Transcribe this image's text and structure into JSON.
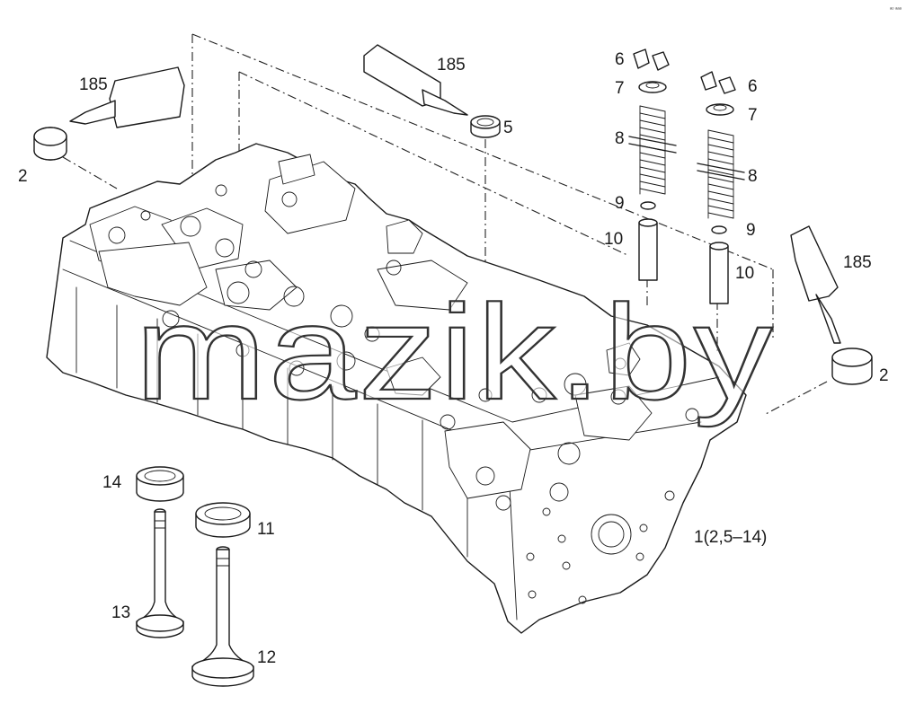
{
  "diagram": {
    "labels": {
      "p185_left": "185",
      "p2_left": "2",
      "p185_top": "185",
      "p5": "5",
      "p6_a": "6",
      "p7_a": "7",
      "p8_a": "8",
      "p9_a": "9",
      "p10_a": "10",
      "p6_b": "6",
      "p7_b": "7",
      "p8_b": "8",
      "p9_b": "9",
      "p10_b": "10",
      "p185_right": "185",
      "p2_right": "2",
      "p14": "14",
      "p11": "11",
      "p13": "13",
      "p12": "12",
      "assembly": "1(2,5–14)"
    },
    "watermark": "mazik.by",
    "corner_mark": "ᵃᵒ ᵃᵃᵃ"
  }
}
